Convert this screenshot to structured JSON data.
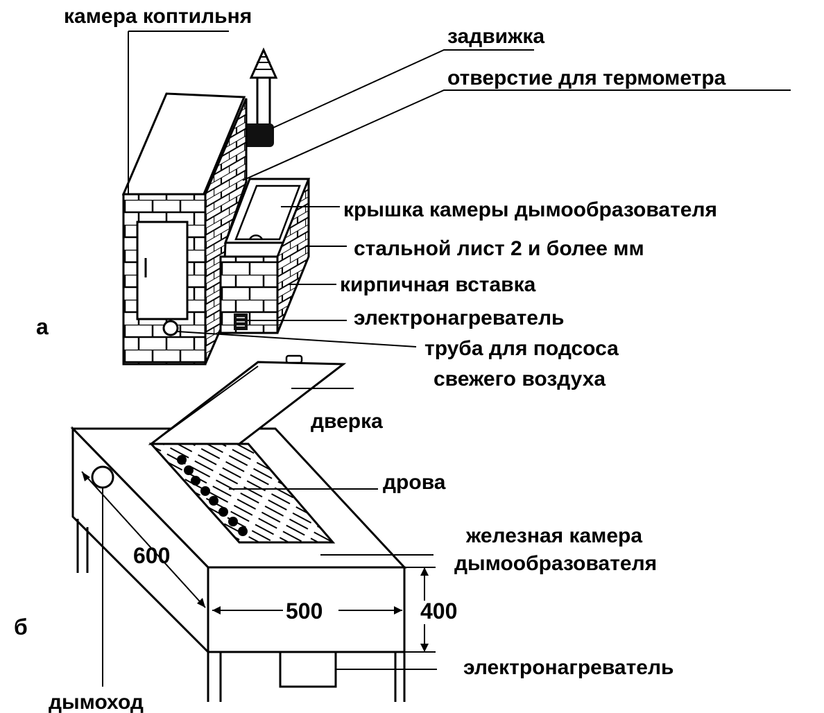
{
  "figure_a": {
    "letter": "а",
    "labels": {
      "smoke_chamber": "камера коптильня",
      "damper": "задвижка",
      "thermometer_hole": "отверстие для термометра",
      "generator_lid": "крышка камеры дымообразователя",
      "steel_sheet": "стальной лист 2 и более мм",
      "brick_insert": "кирпичная вставка",
      "heater": "электронагреватель",
      "air_pipe_1": "труба для подсоса",
      "air_pipe_2": "свежего воздуха"
    }
  },
  "figure_b": {
    "letter": "б",
    "labels": {
      "door": "дверка",
      "firewood": "дрова",
      "iron_chamber_1": "железная камера",
      "iron_chamber_2": "дымообразователя",
      "heater": "электронагреватель",
      "chimney": "дымоход"
    },
    "dimensions": {
      "length": "600",
      "width": "500",
      "height": "400"
    }
  }
}
